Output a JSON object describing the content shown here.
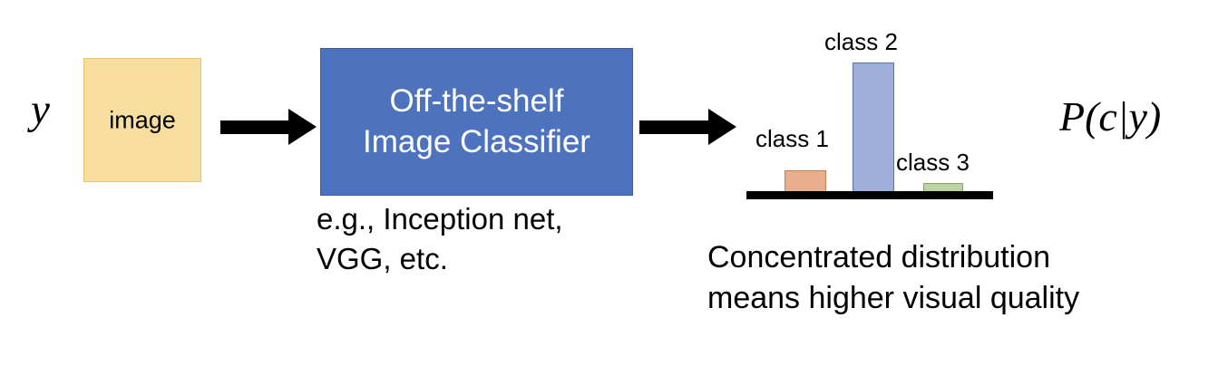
{
  "figure": {
    "input": {
      "variable_label": "y",
      "box_label": "image",
      "box_color": "#F7DE9E"
    },
    "arrows": {
      "arrow_1_name": "arrow-right",
      "arrow_2_name": "arrow-right"
    },
    "classifier": {
      "title_line_1": "Off-the-shelf",
      "title_line_2": "Image Classifier",
      "box_color": "#4E73BE",
      "text_color": "#FFFFFF",
      "caption_line_1": "e.g., Inception net,",
      "caption_line_2": "VGG, etc."
    },
    "output": {
      "probability_label": "P(c|y)",
      "caption_line_1": "Concentrated distribution",
      "caption_line_2": "means higher visual quality"
    }
  },
  "chart_data": {
    "type": "bar",
    "title": "",
    "xlabel": "",
    "ylabel": "",
    "categories": [
      "class 1",
      "class 2",
      "class 3"
    ],
    "values": [
      0.17,
      1.0,
      0.07
    ],
    "ylim": [
      0,
      1.15
    ],
    "grid": false,
    "legend": "none",
    "colors": [
      "#E8AE8E",
      "#A0AEDB",
      "#BDD3A4"
    ],
    "border_colors": [
      "#C97B4E",
      "#5B6FB5",
      "#84A567"
    ],
    "baseline_color": "#000000",
    "annotations": [
      "Concentrated distribution",
      "means higher visual quality"
    ]
  }
}
